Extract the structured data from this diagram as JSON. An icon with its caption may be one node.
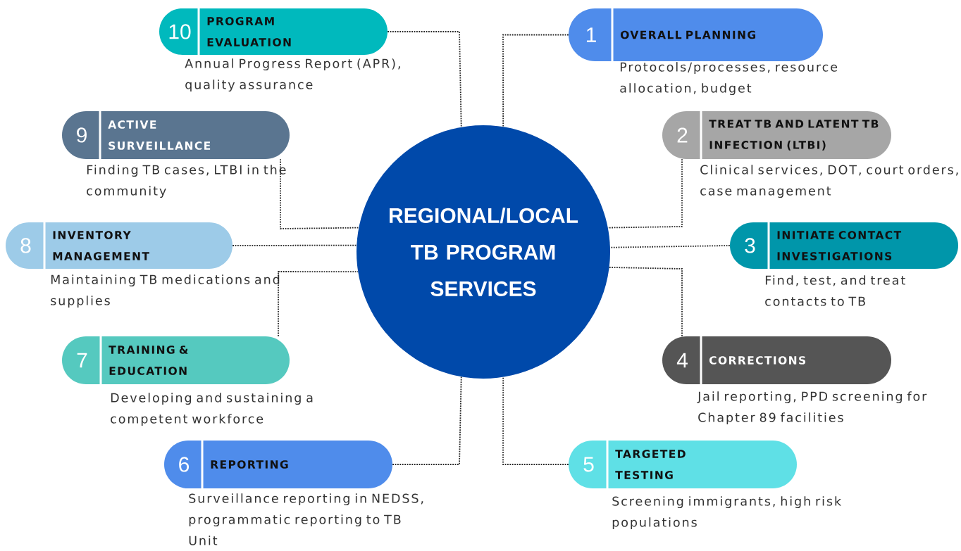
{
  "diagram": {
    "nodes": [
      {
        "text": [
          "REGIONAL/LOCAL TB PROGRAM SERVICES"
        ]
      },
      {
        "text": [
          "1",
          "OVERALL PLANNING"
        ],
        "beside": [
          "Protocols/processes, resource allocation, budget"
        ]
      },
      {
        "text": [
          "2",
          "TREAT TB AND LATENT TB INFECTION (LTBI)"
        ],
        "beside": [
          "Clinical services, DOT, court orders, case management"
        ]
      },
      {
        "text": [
          "3",
          "INITIATE CONTACT INVESTIGATIONS"
        ],
        "beside": [
          "Find, test, and treat contacts to TB"
        ]
      },
      {
        "text": [
          "4",
          "CORRECTIONS"
        ],
        "beside": [
          "Jail reporting, PPD screening for Chapter 89 facilities"
        ]
      },
      {
        "text": [
          "5",
          "TARGETED TESTING"
        ],
        "beside": [
          "Screening immigrants, high risk populations"
        ]
      },
      {
        "text": [
          "6",
          "REPORTING"
        ],
        "beside": [
          "Surveillance reporting in NEDSS, programmatic reporting to TB Unit"
        ]
      },
      {
        "text": [
          "7",
          "TRAINING & EDUCATION"
        ],
        "beside": [
          "Developing and sustaining a competent workforce"
        ]
      },
      {
        "text": [
          "8",
          "INVENTORY MANAGEMENT"
        ],
        "beside": [
          "Maintaining TB medications and supplies"
        ]
      },
      {
        "text": [
          "9",
          "ACTIVE SURVEILLANCE"
        ],
        "beside": [
          "Finding TB cases, LTBI in the community"
        ]
      },
      {
        "text": [
          "10",
          "PROGRAM EVALUATION"
        ],
        "beside": [
          "Annual Progress Report (APR), quality assurance"
        ]
      }
    ],
    "edges": [
      {
        "from": 1,
        "to": 0,
        "arrow": "none"
      },
      {
        "from": 2,
        "to": 0,
        "arrow": "none"
      },
      {
        "from": 3,
        "to": 0,
        "arrow": "none"
      },
      {
        "from": 4,
        "to": 0,
        "arrow": "none"
      },
      {
        "from": 5,
        "to": 0,
        "arrow": "none"
      },
      {
        "from": 6,
        "to": 0,
        "arrow": "none"
      },
      {
        "from": 7,
        "to": 0,
        "arrow": "none"
      },
      {
        "from": 8,
        "to": 0,
        "arrow": "none"
      },
      {
        "from": 9,
        "to": 0,
        "arrow": "none"
      },
      {
        "from": 10,
        "to": 0,
        "arrow": "none"
      }
    ]
  }
}
